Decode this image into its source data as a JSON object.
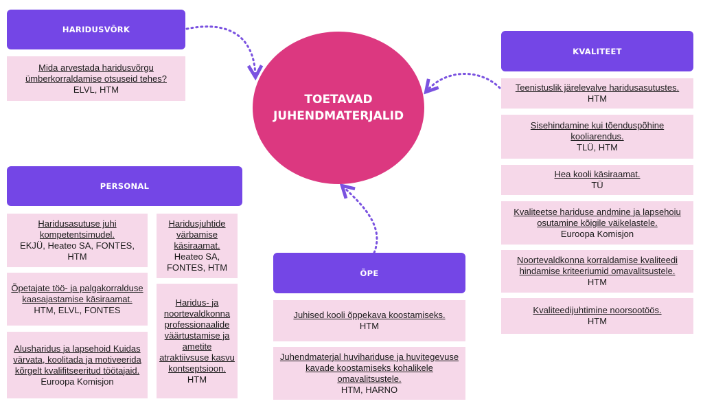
{
  "center": {
    "line1": "TOETAVAD",
    "line2": "JUHENDMATERJALID"
  },
  "haridusvork": {
    "header": "HARIDUSVÕRK",
    "items": [
      {
        "title": "Mida arvestada haridusvõrgu ümberkorraldamise otsuseid tehes?",
        "source": "ELVL, HTM"
      }
    ]
  },
  "personal": {
    "header": "PERSONAL",
    "items": [
      {
        "title": "Haridusasutuse juhi kompetentsimudel.",
        "source": "EKJÜ, Heateo SA, FONTES, HTM"
      },
      {
        "title": "Õpetajate töö- ja palgakorralduse kaasajastamise käsiraamat.",
        "source": "HTM, ELVL, FONTES"
      },
      {
        "title": "Alusharidus ja lapsehoid Kuidas värvata, koolitada ja motiveerida kõrgelt kvalifitseeritud töötajaid.",
        "source": "Euroopa Komisjon"
      },
      {
        "title": "Haridusjuhtide värbamise käsiraamat.",
        "source": "Heateo SA, FONTES, HTM"
      },
      {
        "title": "Haridus- ja noortevaldkonna professionaalide väärtustamise ja ametite atraktiivsuse kasvu kontseptsioon.",
        "source": "HTM"
      }
    ]
  },
  "ope": {
    "header": "ÕPE",
    "items": [
      {
        "title": "Juhised kooli õppekava koostamiseks.",
        "source": "HTM"
      },
      {
        "title": "Juhendmaterjal huvihariduse ja huvitegevuse kavade koostamiseks kohalikele omavalitsustele.",
        "source": "HTM, HARNO"
      }
    ]
  },
  "kvaliteet": {
    "header": "KVALITEET",
    "items": [
      {
        "title": "Teenistuslik järelevalve haridusasutustes.",
        "source": "HTM"
      },
      {
        "title": "Sisehindamine kui tõenduspõhine kooliarendus.",
        "source": "TLÜ, HTM"
      },
      {
        "title": "Hea kooli käsiraamat.",
        "source": "TÜ"
      },
      {
        "title": "Kvaliteetse hariduse andmine ja lapsehoiu osutamine kõigile väikelastele.",
        "source": "Euroopa Komisjon"
      },
      {
        "title": "Noortevaldkonna korraldamise kvaliteedi hindamise kriteeriumid omavalitsustele.",
        "source": "HTM"
      },
      {
        "title": "Kvaliteedijuhtimine noorsootöös.",
        "source": "HTM"
      }
    ]
  },
  "colors": {
    "header": "#7446e6",
    "card": "#f6d8e9",
    "center": "#dc3880",
    "arrow": "#7a52e0"
  }
}
